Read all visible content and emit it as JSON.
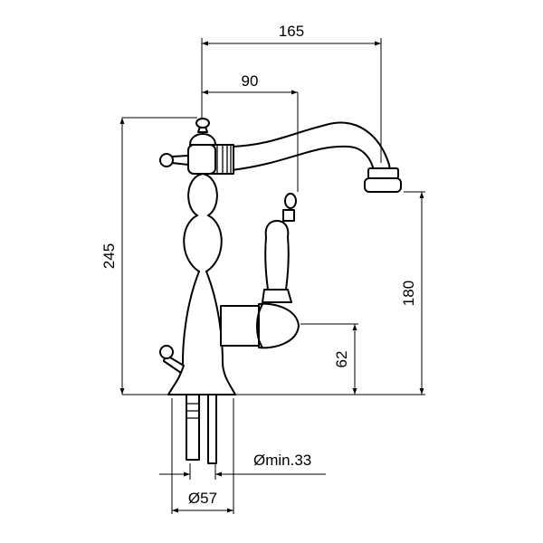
{
  "dimensions": {
    "spout_reach": "165",
    "handle_offset": "90",
    "total_height": "245",
    "spout_height": "180",
    "lever_height": "62",
    "hole_diameter": "Ømin.33",
    "base_diameter": "Ø57"
  },
  "colors": {
    "line": "#000000",
    "background": "#ffffff"
  }
}
